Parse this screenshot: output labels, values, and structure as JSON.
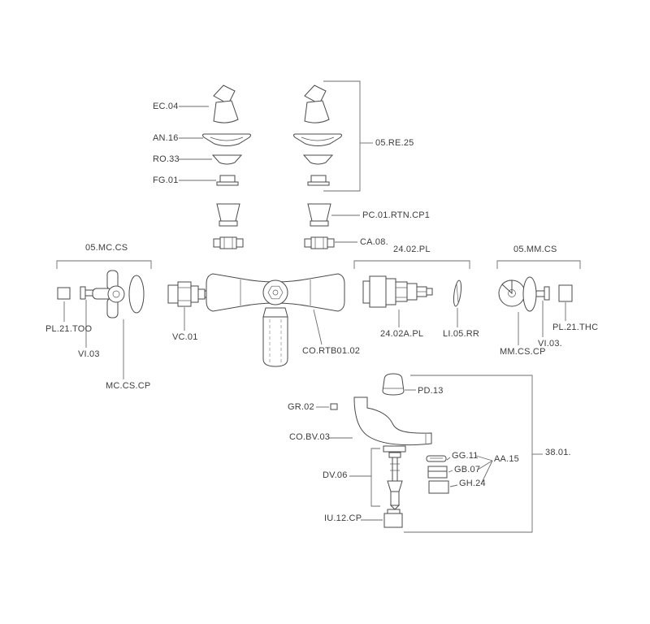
{
  "page": {
    "background": "#ffffff",
    "line_color": "#4a4a4a"
  },
  "diagram": {
    "type": "exploded-parts-diagram",
    "labels": {
      "ec04": "EC.04",
      "an16": "AN.16",
      "ro33": "RO.33",
      "fg01": "FG.01",
      "re25": "05.RE.25",
      "pc01rtncp1": "PC.01.RTN.CP1",
      "ca08": "CA.08.",
      "mc_cs_05": "05.MC.CS",
      "pl2402": "24.02.PL",
      "mm_cs_05": "05.MM.CS",
      "pl21too": "PL.21.TOO",
      "vi03": "VI.03",
      "vc01": "VC.01",
      "mccscp": "MC.CS.CP",
      "cortb0102": "CO.RTB01.02",
      "c2402apl": "24.02A.PL",
      "li05rr": "LI.05.RR",
      "pl21thc": "PL.21.THC",
      "vi03b": "VI.03.",
      "mmcscp": "MM.CS.CP",
      "pd13": "PD.13",
      "gr02": "GR.02",
      "cobv03": "CO.BV.03",
      "dv06": "DV.06",
      "gg11": "GG.11",
      "gb07": "GB.07",
      "gh24": "GH.24",
      "aa15": "AA.15",
      "n3801": "38.01.",
      "iu12cp": "IU.12.CP"
    }
  }
}
